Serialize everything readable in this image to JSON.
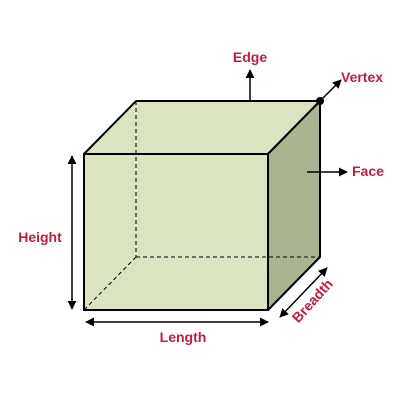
{
  "colors": {
    "front_face": "#d9e4c0",
    "top_face": "#d9e4c0",
    "side_face": "#a9b590",
    "edge_stroke": "#000000",
    "label": "#c41e3a"
  },
  "labels": {
    "edge": "Edge",
    "vertex": "Vertex",
    "face": "Face",
    "height": "Height",
    "length": "Length",
    "breadth": "Breadth"
  }
}
